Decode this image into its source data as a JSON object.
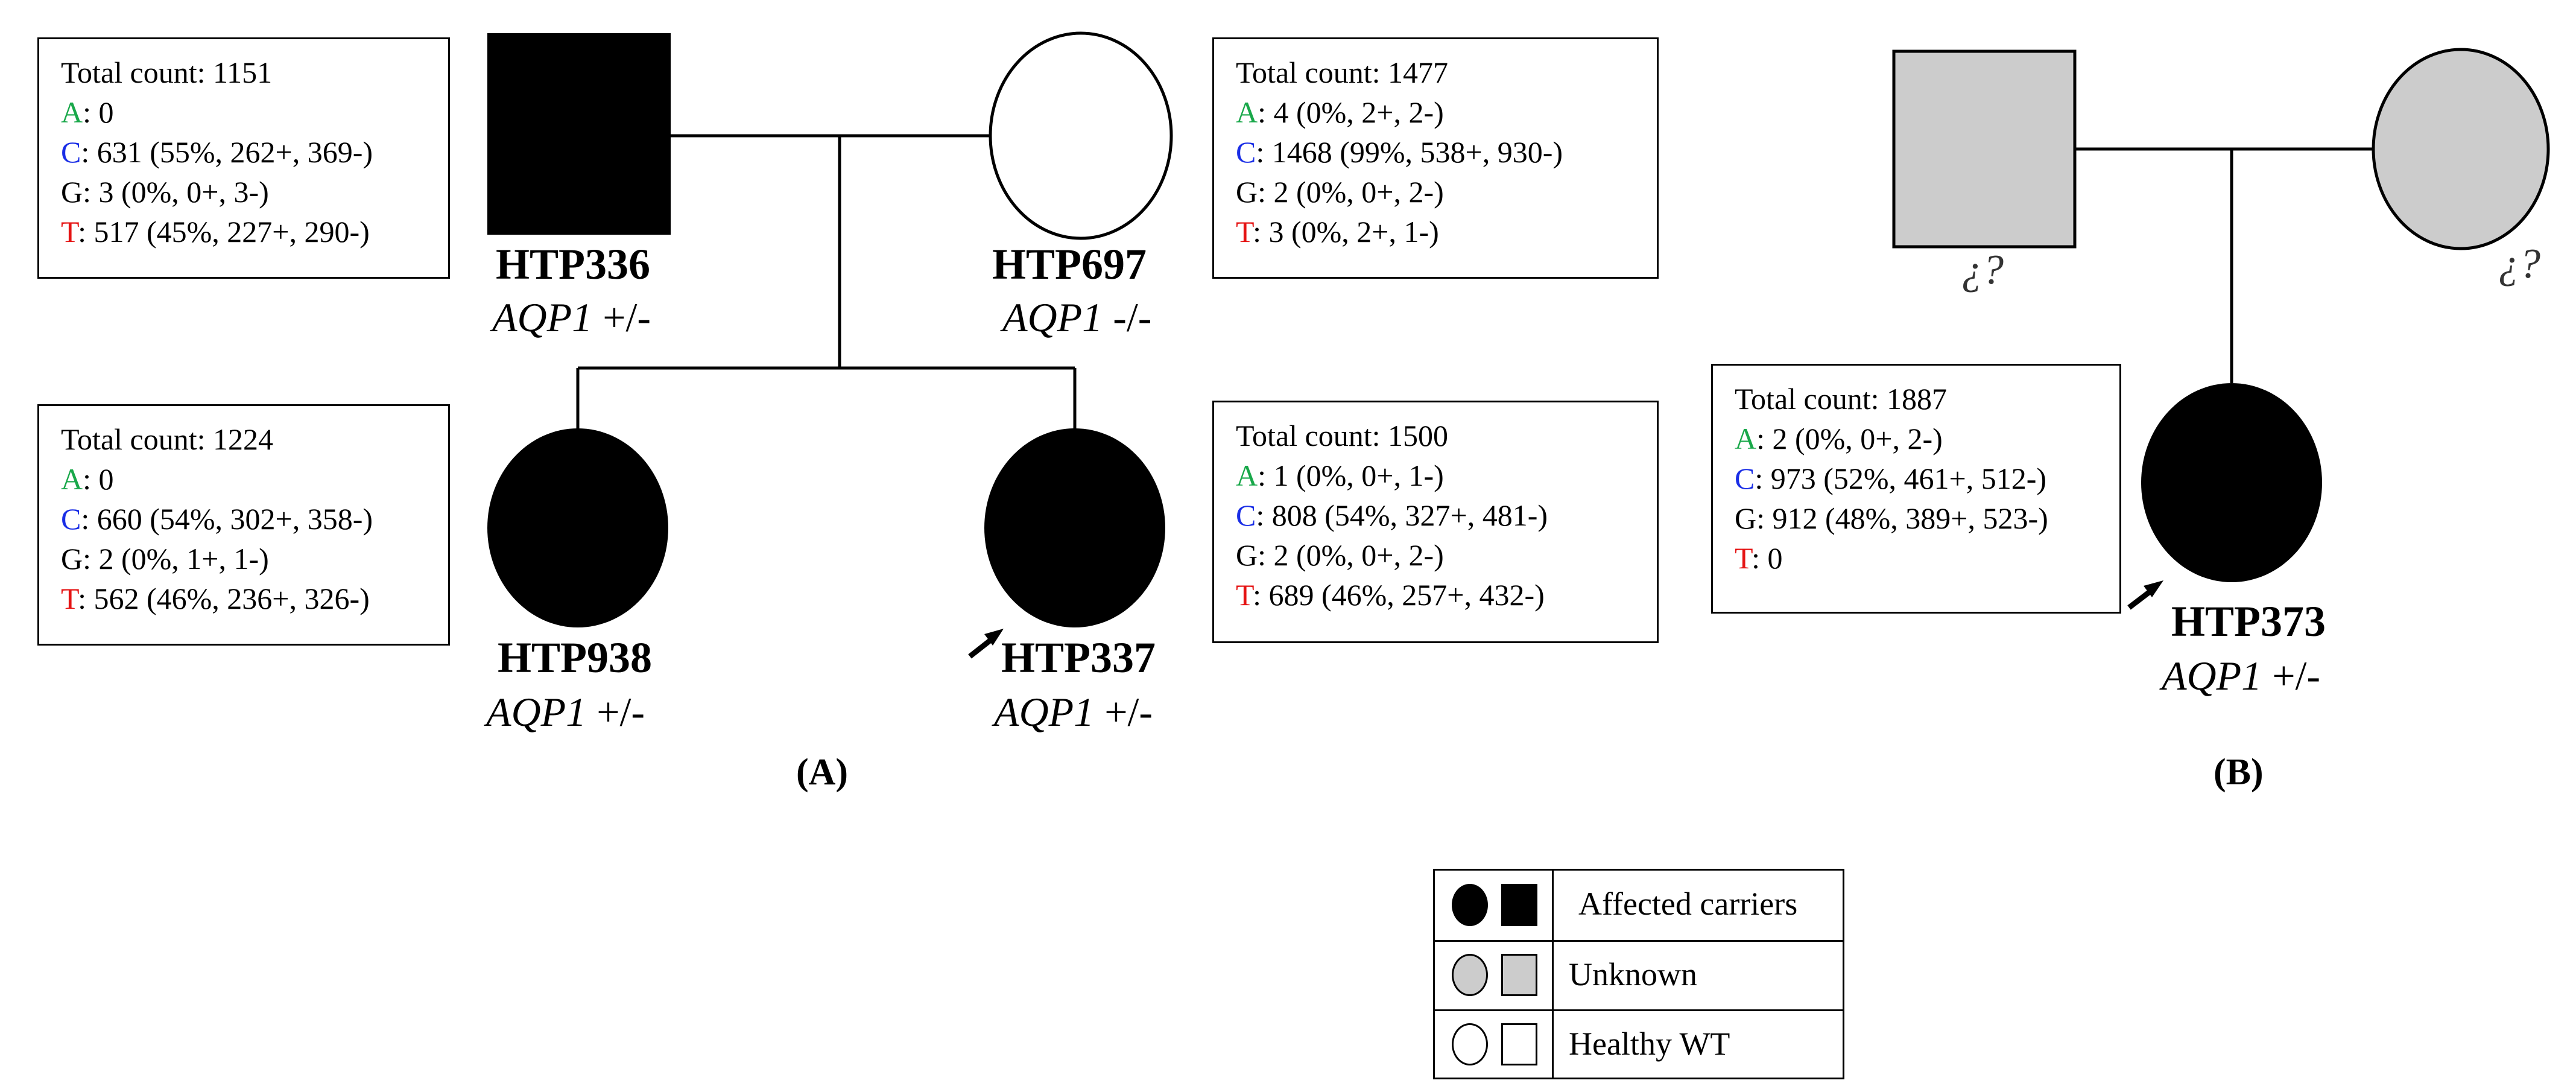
{
  "panel_labels": {
    "a": "(A)",
    "b": "(B)"
  },
  "individuals": {
    "htp336": {
      "id": "HTP336",
      "gene": "AQP1",
      "genotype": " +/-"
    },
    "htp697": {
      "id": "HTP697",
      "gene": "AQP1",
      "genotype": " -/-"
    },
    "htp938": {
      "id": "HTP938",
      "gene": "AQP1",
      "genotype": " +/-"
    },
    "htp337": {
      "id": "HTP337",
      "gene": "AQP1",
      "genotype": " +/-"
    },
    "htp373": {
      "id": "HTP373",
      "gene": "AQP1",
      "genotype": " +/-"
    },
    "father_b": {
      "id": "¿?"
    },
    "mother_b": {
      "id": "¿?"
    }
  },
  "count_boxes": {
    "htp336": {
      "total": "Total count: 1151",
      "A": {
        "base": "A",
        "value": ": 0"
      },
      "C": {
        "base": "C",
        "value": ": 631 (55%, 262+, 369-)"
      },
      "G": {
        "base": "G",
        "value": ": 3 (0%, 0+, 3-)"
      },
      "T": {
        "base": "T",
        "value": ": 517 (45%, 227+, 290-)"
      }
    },
    "htp697": {
      "total": "Total count: 1477",
      "A": {
        "base": "A",
        "value": ": 4 (0%, 2+, 2-)"
      },
      "C": {
        "base": "C",
        "value": ": 1468 (99%, 538+, 930-)"
      },
      "G": {
        "base": "G",
        "value": ": 2 (0%, 0+, 2-)"
      },
      "T": {
        "base": "T",
        "value": ": 3 (0%, 2+, 1-)"
      }
    },
    "htp938": {
      "total": "Total count: 1224",
      "A": {
        "base": "A",
        "value": ": 0"
      },
      "C": {
        "base": "C",
        "value": ": 660 (54%, 302+, 358-)"
      },
      "G": {
        "base": "G",
        "value": ": 2 (0%, 1+, 1-)"
      },
      "T": {
        "base": "T",
        "value": ": 562 (46%, 236+, 326-)"
      }
    },
    "htp337": {
      "total": "Total count: 1500",
      "A": {
        "base": "A",
        "value": ": 1 (0%, 0+, 1-)"
      },
      "C": {
        "base": "C",
        "value": ": 808 (54%, 327+, 481-)"
      },
      "G": {
        "base": "G",
        "value": ": 2 (0%, 0+, 2-)"
      },
      "T": {
        "base": "T",
        "value": ": 689 (46%, 257+, 432-)"
      }
    },
    "htp373": {
      "total": "Total count: 1887",
      "A": {
        "base": "A",
        "value": ": 2 (0%, 0+, 2-)"
      },
      "C": {
        "base": "C",
        "value": ": 973 (52%, 461+, 512-)"
      },
      "G": {
        "base": "G",
        "value": ": 912 (48%, 389+, 523-)"
      },
      "T": {
        "base": "T",
        "value": ": 0"
      }
    }
  },
  "legend": {
    "affected": "Affected carriers",
    "unknown": "Unknown",
    "healthy": "Healthy WT"
  },
  "colors": {
    "A": "#19a84a",
    "C": "#1a2ee6",
    "G": "#000000",
    "T": "#e51414",
    "affected_fill": "#000000",
    "unknown_fill": "#cccccc",
    "healthy_fill": "#ffffff"
  },
  "symbols": {
    "affected": "filled-black",
    "unknown": "filled-gray",
    "healthy": "open-white",
    "proband": "arrow-icon"
  }
}
